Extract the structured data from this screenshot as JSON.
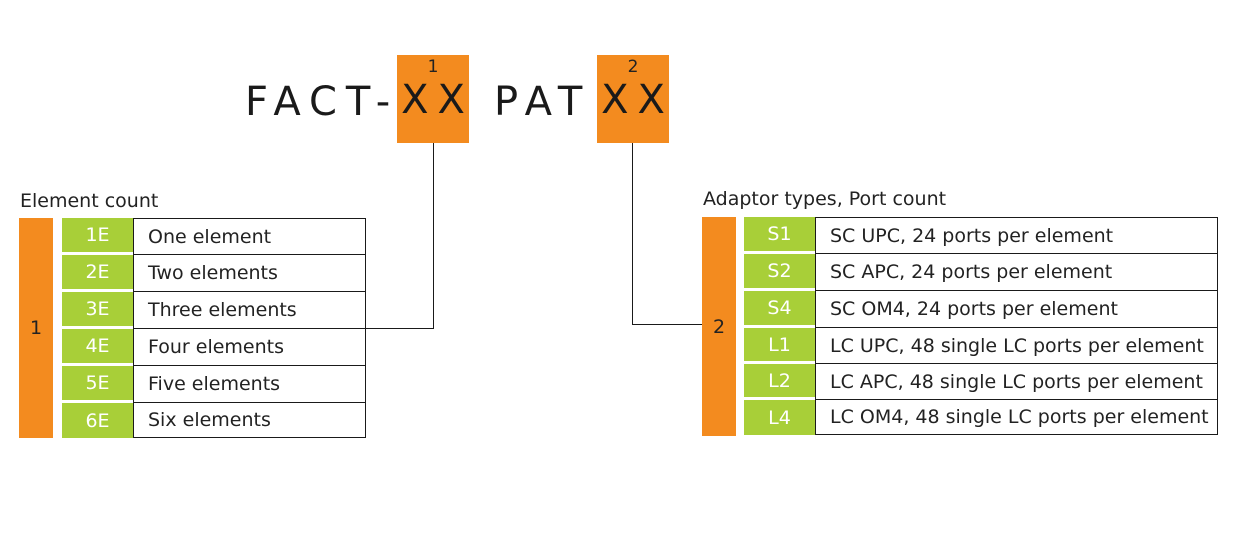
{
  "product_code": {
    "prefix": "FACT-",
    "middle": "PAT",
    "slot1": {
      "number": "1",
      "placeholder": "XX"
    },
    "slot2": {
      "number": "2",
      "placeholder": "XX"
    }
  },
  "element_count": {
    "heading": "Element count",
    "marker": "1",
    "rows": [
      {
        "code": "1E",
        "desc": "One element"
      },
      {
        "code": "2E",
        "desc": "Two elements"
      },
      {
        "code": "3E",
        "desc": "Three elements"
      },
      {
        "code": "4E",
        "desc": "Four elements"
      },
      {
        "code": "5E",
        "desc": "Five elements"
      },
      {
        "code": "6E",
        "desc": "Six elements"
      }
    ]
  },
  "adaptor_types": {
    "heading": "Adaptor types, Port count",
    "marker": "2",
    "rows": [
      {
        "code": "S1",
        "desc": "SC UPC, 24 ports per element"
      },
      {
        "code": "S2",
        "desc": "SC APC, 24 ports per element"
      },
      {
        "code": "S4",
        "desc": "SC OM4, 24 ports per element"
      },
      {
        "code": "L1",
        "desc": "LC UPC, 48 single LC ports per element"
      },
      {
        "code": "L2",
        "desc": "LC APC, 48 single LC ports per element"
      },
      {
        "code": "L4",
        "desc": "LC OM4, 48 single LC ports per element"
      }
    ]
  },
  "colors": {
    "orange": "#f38b1f",
    "green": "#a8cf38"
  }
}
